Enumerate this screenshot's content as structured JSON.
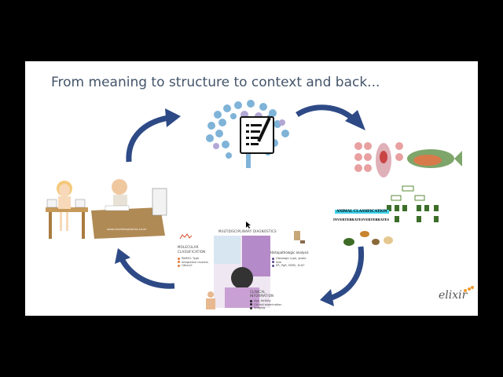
{
  "slide": {
    "title": "From meaning to structure to context and back...",
    "logo_text": "elixir",
    "colors": {
      "arrow": "#2e4a86",
      "title": "#44546a",
      "background_outer": "#000000",
      "slide_bg": "#ffffff"
    }
  },
  "cartoon": {
    "watermark": "www.cleanfreepictures.co.uk"
  },
  "classification": {
    "header": "ANIMAL CLASSIFICATION",
    "invertebrates": "INVERTEBRATES",
    "vertebrates": "VERTEBRATES"
  },
  "diagnostics": {
    "header": "MULTIDISCIPLINARY DIAGNOSTICS",
    "molecular": {
      "title_line1": "MOLECULAR",
      "title_line2": "CLASSIFICATION",
      "items": [
        "PAM50: Type",
        "Integrative clusters",
        "Others?"
      ]
    },
    "histo": {
      "title": "Histopathologic analysis",
      "items": [
        "Histologic type, grade",
        "Size",
        "ER, PgR, HER2, Ki-67"
      ]
    },
    "clinical": {
      "title_line1": "CLINICAL",
      "title_line2": "INFORMATION",
      "items": [
        "Age, fertility",
        "Clinical examination",
        "Imaging"
      ]
    }
  },
  "icons": {
    "center": "document-edit-icon",
    "arrows": [
      "curved-arrow-top-left",
      "curved-arrow-top-right",
      "curved-arrow-bottom-right",
      "curved-arrow-bottom-left"
    ]
  }
}
